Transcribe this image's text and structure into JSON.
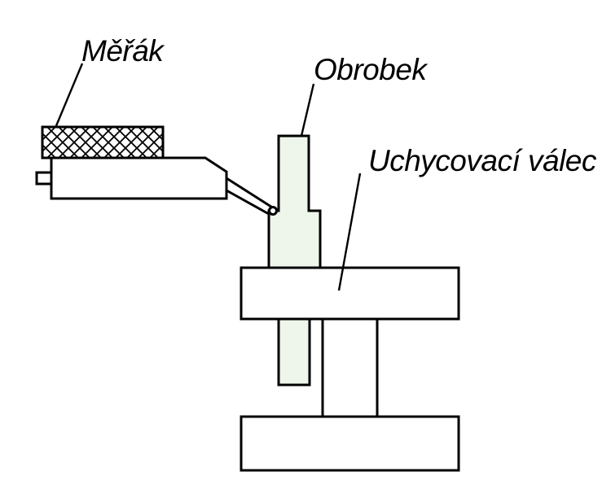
{
  "labels": {
    "gauge": "Měřák",
    "workpiece": "Obrobek",
    "clamping_roller": "Uchycovací válec"
  },
  "colors": {
    "outline": "#000000",
    "workpiece_fill": "#eef5ea",
    "background": "#ffffff"
  }
}
